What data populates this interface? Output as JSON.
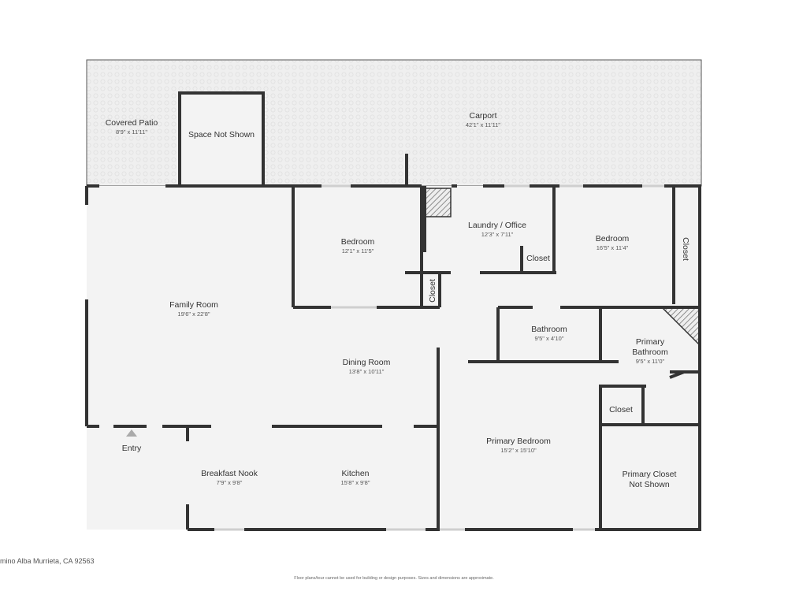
{
  "rooms": {
    "covered_patio": {
      "name": "Covered Patio",
      "dims": "8'9\" x 11'11\""
    },
    "space_not_shown": {
      "name": "Space Not Shown"
    },
    "carport": {
      "name": "Carport",
      "dims": "42'1\" x 11'11\""
    },
    "bedroom_1": {
      "name": "Bedroom",
      "dims": "12'1\" x 11'5\""
    },
    "laundry_office": {
      "name": "Laundry / Office",
      "dims": "12'3\" x 7'11\""
    },
    "closet_laundry": {
      "name": "Closet"
    },
    "bedroom_2": {
      "name": "Bedroom",
      "dims": "16'5\" x 11'4\""
    },
    "closet_bedroom2": {
      "name": "Closet"
    },
    "family_room": {
      "name": "Family Room",
      "dims": "19'6\" x 22'8\""
    },
    "closet_bedroom1": {
      "name": "Closet"
    },
    "bathroom": {
      "name": "Bathroom",
      "dims": "9'5\" x 4'10\""
    },
    "primary_bathroom": {
      "name_line1": "Primary",
      "name_line2": "Bathroom",
      "dims": "9'5\" x 11'0\""
    },
    "dining_room": {
      "name": "Dining Room",
      "dims": "13'8\" x 10'11\""
    },
    "closet_primary": {
      "name": "Closet"
    },
    "primary_bedroom": {
      "name": "Primary Bedroom",
      "dims": "15'2\" x 15'10\""
    },
    "breakfast_nook": {
      "name": "Breakfast Nook",
      "dims": "7'9\" x 9'8\""
    },
    "kitchen": {
      "name": "Kitchen",
      "dims": "15'8\" x 9'8\""
    },
    "primary_closet": {
      "name_line1": "Primary Closet",
      "name_line2": "Not Shown"
    }
  },
  "entry": {
    "label": "Entry"
  },
  "footer": {
    "address": "mino Alba Murrieta, CA 92563",
    "disclaimer": "Floor plans/tour cannot be used for building or design purposes. Sizes and dimensions are approximate."
  },
  "colors": {
    "wall": "#333333",
    "floor": "#f2f2f2",
    "outdoor": "#ececec"
  }
}
